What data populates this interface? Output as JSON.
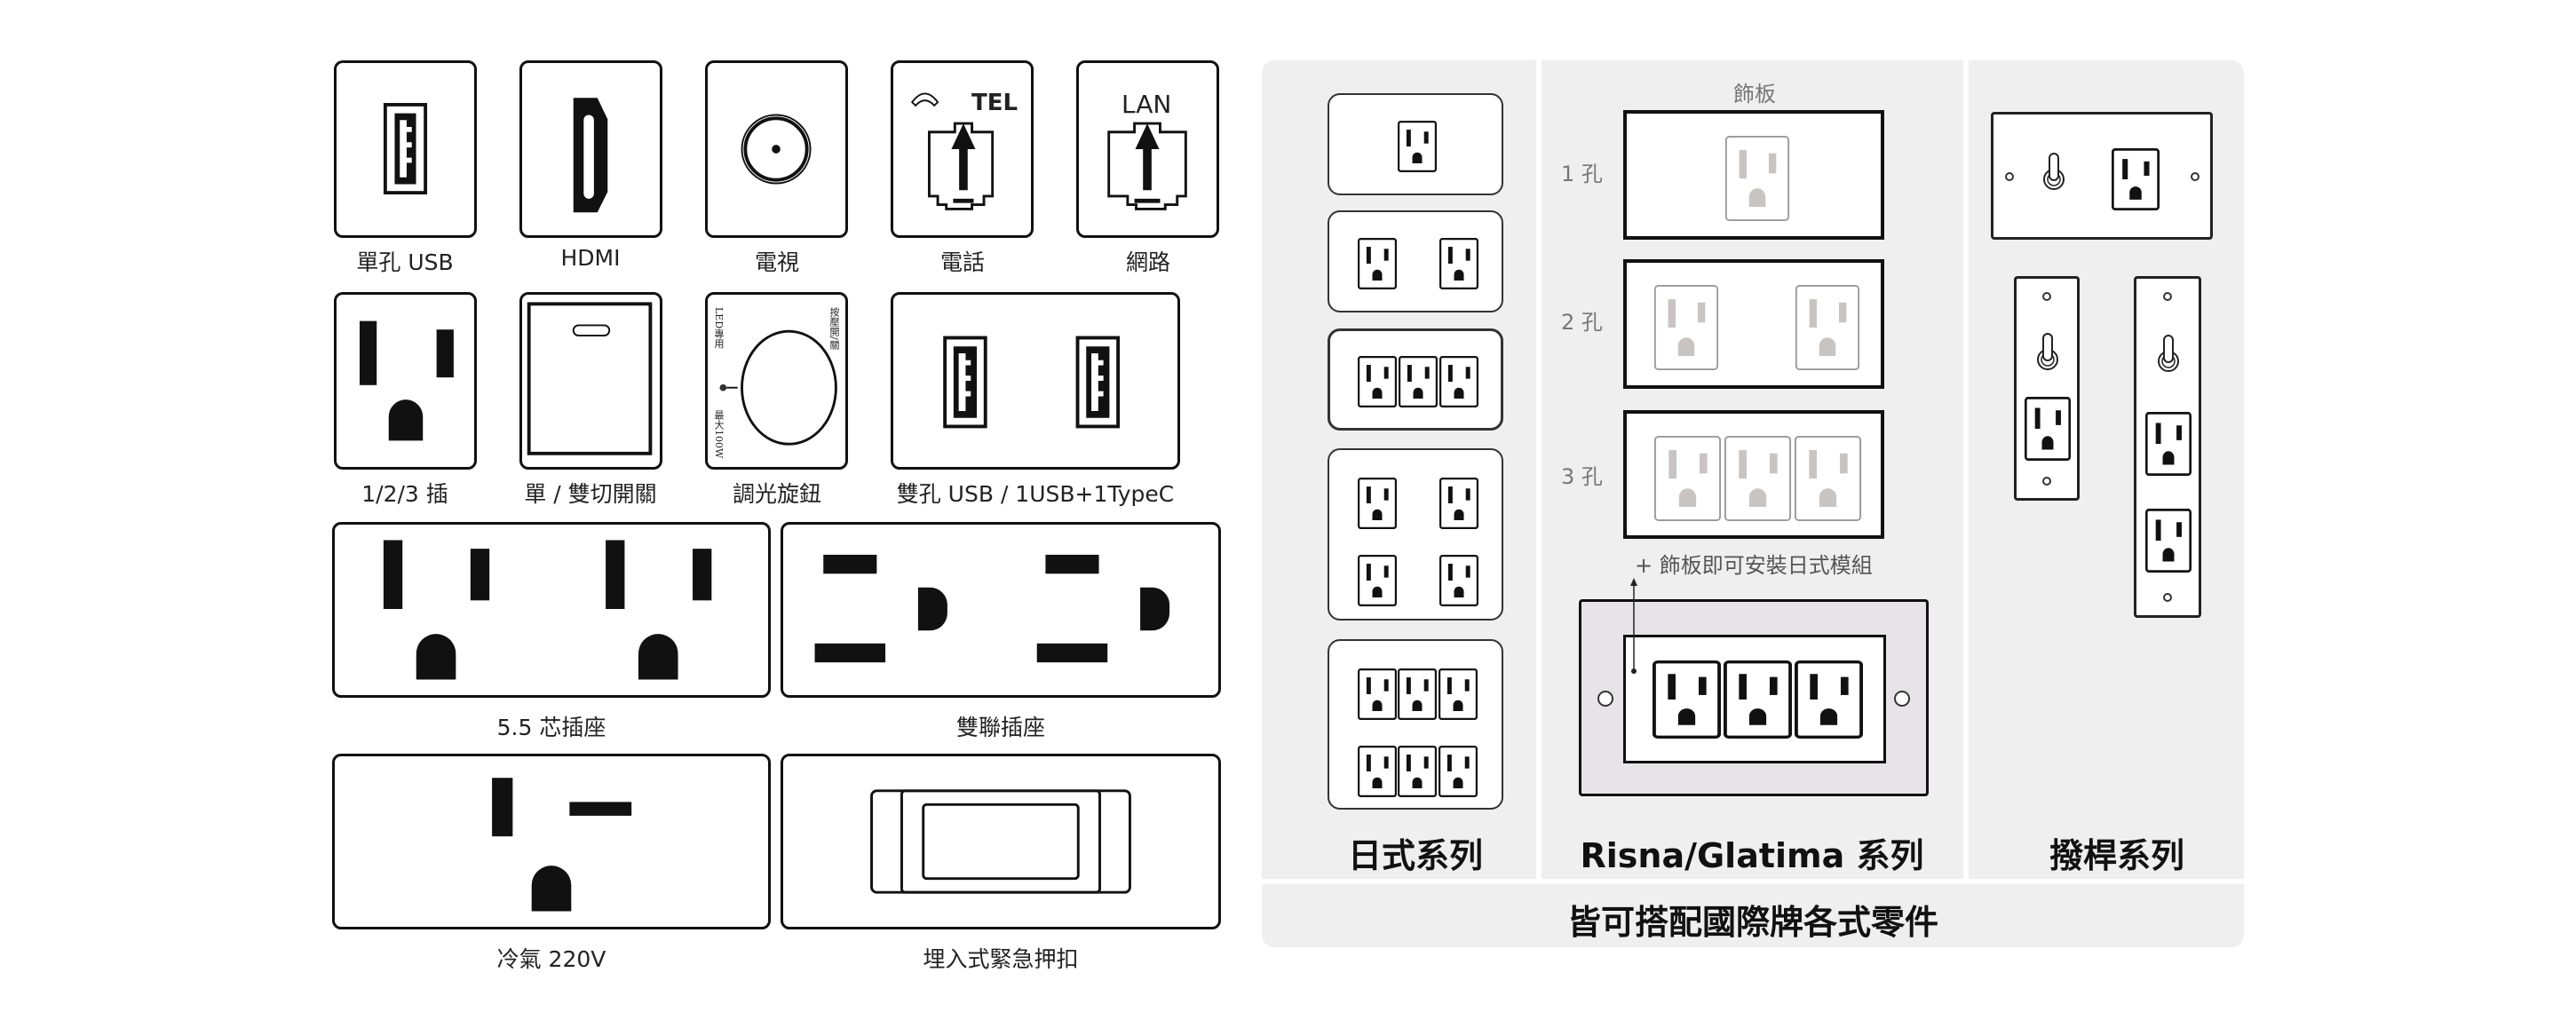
{
  "modules": {
    "single_usb": "單孔 USB",
    "hdmi": "HDMI",
    "tv": "電視",
    "phone": "電話",
    "phone_icon_text": "TEL",
    "network": "網路",
    "network_icon_text": "LAN",
    "outlet_123": "1/2/3 插",
    "switch": "單 / 雙切開關",
    "dimmer": "調光旋鈕",
    "dimmer_text_left": "LED專用",
    "dimmer_text_right": "按壓開/關",
    "dimmer_text_bottom": "最大100W",
    "dual_usb": "雙孔 USB / 1USB+1TypeC",
    "core_55": "5.5 芯插座",
    "duplex": "雙聯插座",
    "ac_220": "冷氣 220V",
    "emergency": "埋入式緊急押扣"
  },
  "series": {
    "japanese_title": "日式系列",
    "risna_title": "Risna/Glatima 系列",
    "toggle_title": "撥桿系列",
    "plate_label": "飾板",
    "hole_1": "1 孔",
    "hole_2": "2 孔",
    "hole_3": "3 孔",
    "note": "+ 飾板即可安裝日式模組",
    "footer": "皆可搭配國際牌各式零件"
  },
  "colors": {
    "panel": "#efefef",
    "dim_outlet": "#c8c4c2",
    "big_plate": "#e6e4e6"
  }
}
